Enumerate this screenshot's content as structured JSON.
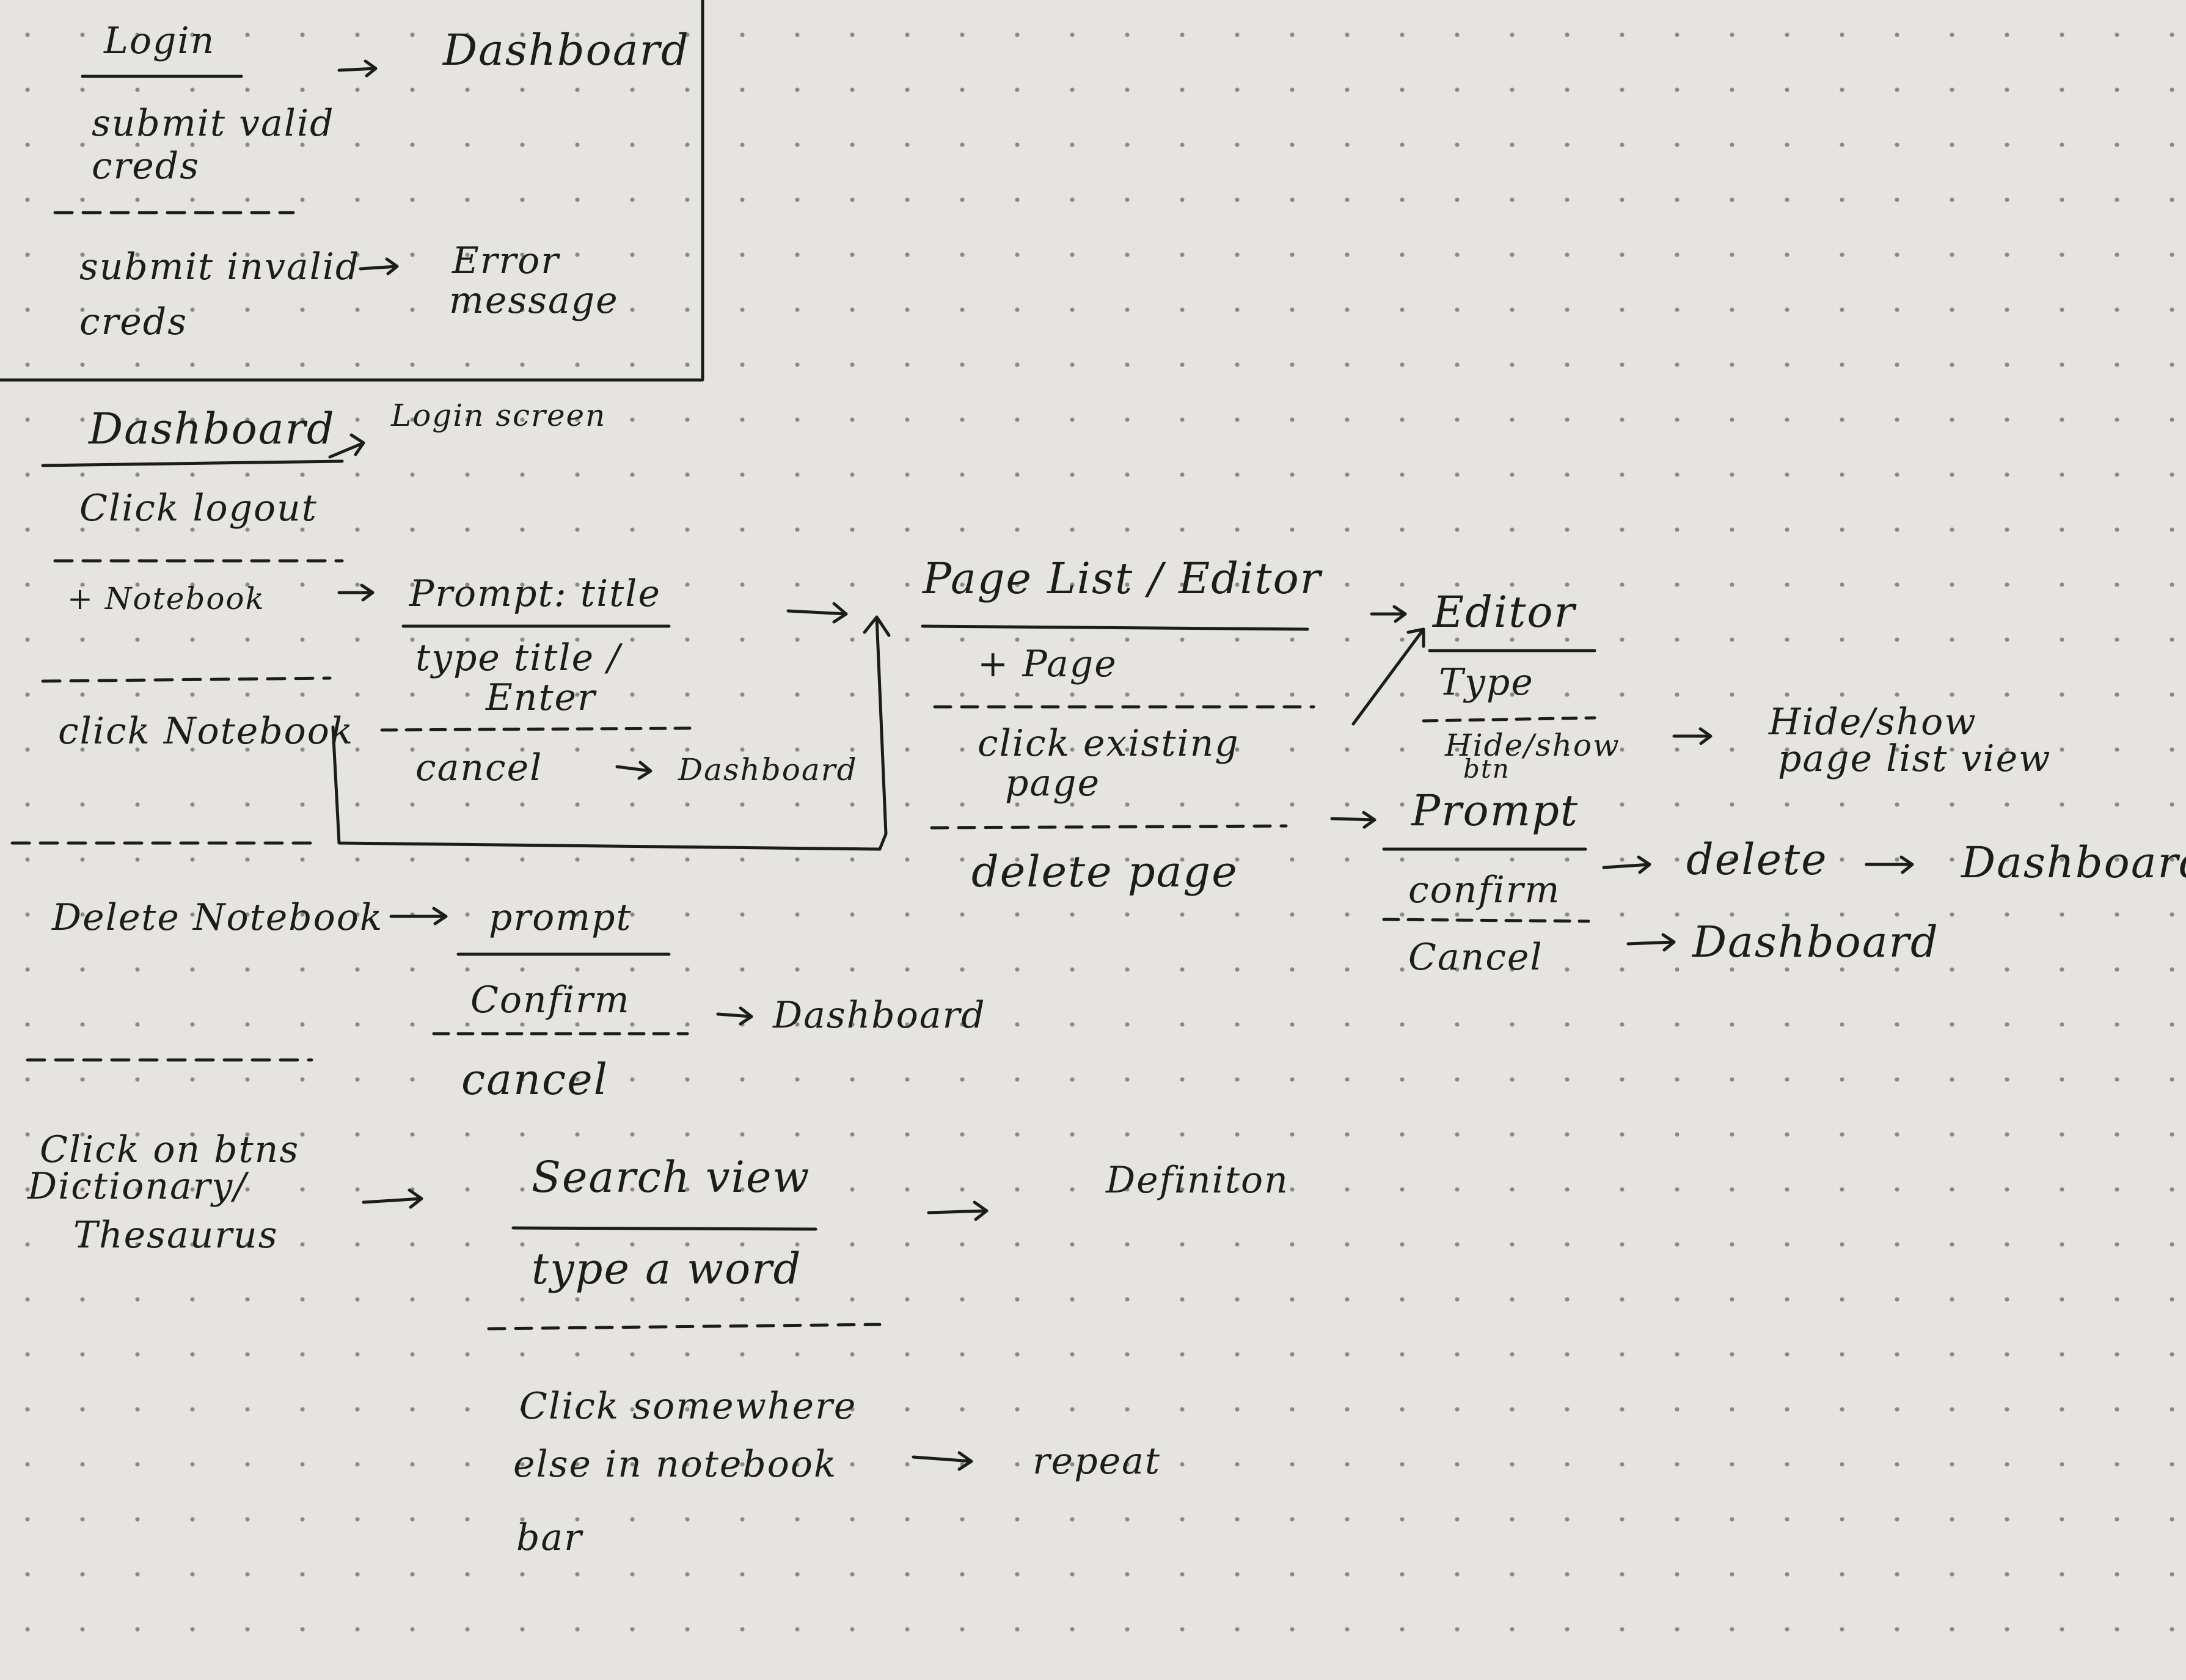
{
  "login_section": {
    "heading": "Login",
    "target": "Dashboard",
    "valid_line1": "submit valid",
    "valid_line2": "creds",
    "invalid_line1": "submit invalid",
    "invalid_line2": "creds",
    "error_line1": "Error",
    "error_line2": "message"
  },
  "dashboard_section": {
    "heading": "Dashboard",
    "logout_target": "Login screen",
    "logout_action": "Click logout",
    "add_notebook": "+ Notebook",
    "prompt_title": "Prompt: title",
    "type_title_line1": "type title /",
    "type_title_line2": "Enter",
    "cancel": "cancel",
    "cancel_target": "Dashboard",
    "click_notebook": "click Notebook",
    "delete_notebook": "Delete Notebook",
    "delete_prompt": "prompt",
    "delete_confirm": "Confirm",
    "delete_confirm_target": "Dashboard",
    "delete_cancel": "cancel"
  },
  "page_list_section": {
    "heading": "Page List / Editor",
    "add_page": "+ Page",
    "click_existing_line1": "click existing",
    "click_existing_line2": "page",
    "delete_page": "delete page"
  },
  "editor_section": {
    "heading": "Editor",
    "type": "Type",
    "hide_show_line1": "Hide/show",
    "hide_show_line2": "btn",
    "hide_show_target_line1": "Hide/show",
    "hide_show_target_line2": "page list view"
  },
  "delete_page_section": {
    "prompt": "Prompt",
    "confirm": "confirm",
    "confirm_target1": "delete",
    "confirm_target2": "Dashboard",
    "cancel": "Cancel",
    "cancel_target": "Dashboard"
  },
  "search_section": {
    "trigger_line1": "Click on btns",
    "trigger_line2": "Dictionary/",
    "trigger_line3": "Thesaurus",
    "heading": "Search view",
    "target": "Definiton",
    "type_word": "type a word",
    "click_else_line1": "Click somewhere",
    "click_else_line2": "else in notebook",
    "click_else_line3": "bar",
    "repeat": "repeat"
  }
}
